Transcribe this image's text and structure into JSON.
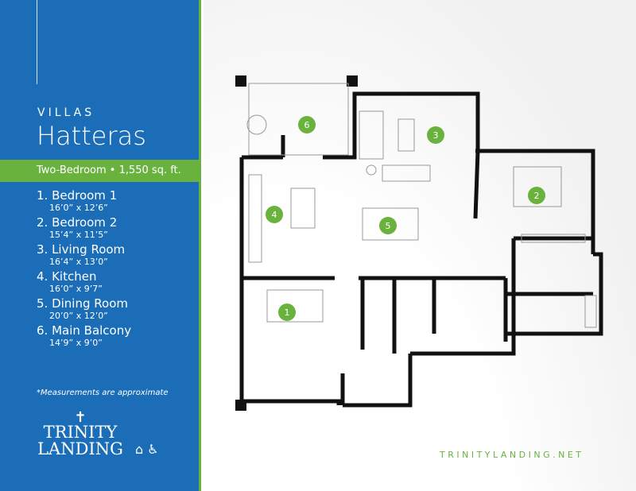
{
  "category": "VILLAS",
  "title": "Hatteras",
  "subtitle": "Two-Bedroom • 1,550 sq. ft.",
  "rooms": [
    {
      "name": "1. Bedroom 1",
      "dims": "16’0” x 12’6”"
    },
    {
      "name": "2. Bedroom 2",
      "dims": "15’4” x 11’5”"
    },
    {
      "name": "3. Living Room",
      "dims": "16’4” x 13’0”"
    },
    {
      "name": "4. Kitchen",
      "dims": "16’0” x 9’7”"
    },
    {
      "name": "5. Dining Room",
      "dims": "20’0” x 12’0”"
    },
    {
      "name": "6. Main Balcony",
      "dims": "14’9” x 9’0”"
    }
  ],
  "note": "*Measurements are approximate",
  "logo": {
    "line1": "TRINITY",
    "line2": "LANDING"
  },
  "icons": [
    "equal-housing-icon",
    "accessibility-icon"
  ],
  "website": "TRINITYLANDING.NET",
  "markers": [
    "1",
    "2",
    "3",
    "4",
    "5",
    "6"
  ],
  "colors": {
    "blue": "#1a6db6",
    "green": "#6ab23e"
  }
}
